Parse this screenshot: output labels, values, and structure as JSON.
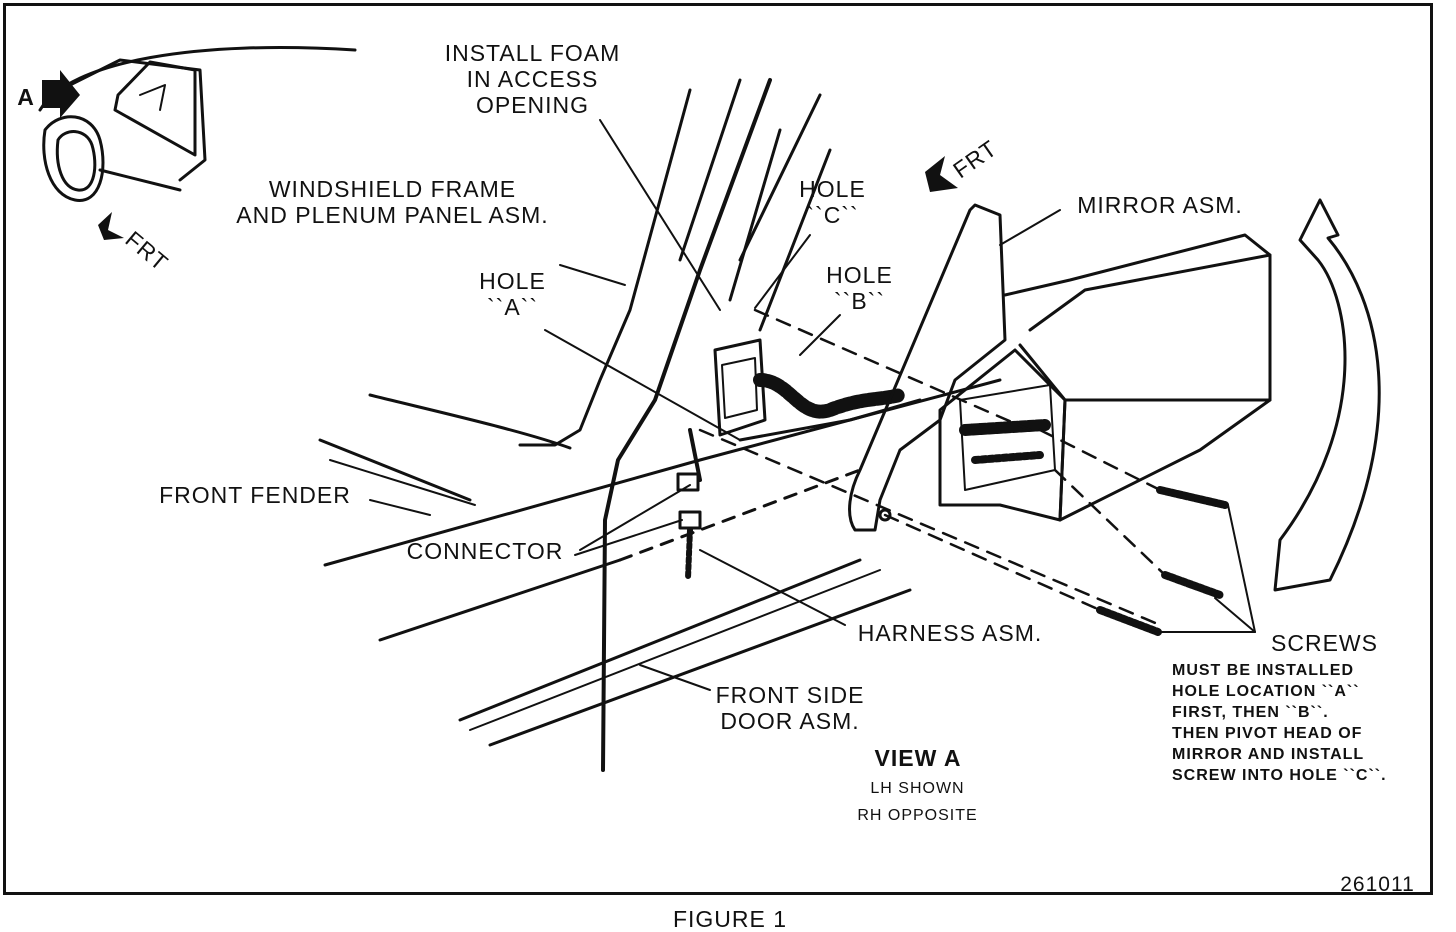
{
  "labels": {
    "install_foam": [
      "INSTALL FOAM",
      "IN ACCESS",
      "OPENING"
    ],
    "windshield": [
      "WINDSHIELD FRAME",
      "AND PLENUM PANEL ASM."
    ],
    "hole_a": [
      "HOLE",
      "``A``"
    ],
    "hole_b": [
      "HOLE",
      "``B``"
    ],
    "hole_c": [
      "HOLE",
      "``C``"
    ],
    "frt_main": "FRT",
    "frt_inset": "FRT",
    "view_marker": "A",
    "mirror": "MIRROR ASM.",
    "front_fender": "FRONT FENDER",
    "connector": "CONNECTOR",
    "harness": "HARNESS ASM.",
    "door": [
      "FRONT SIDE",
      "DOOR ASM."
    ],
    "screws": "SCREWS",
    "screws_note": [
      "MUST BE INSTALLED",
      "HOLE LOCATION ``A``",
      "FIRST, THEN ``B``.",
      "THEN PIVOT HEAD OF",
      "MIRROR AND INSTALL",
      "SCREW INTO HOLE ``C``."
    ],
    "view_title": "VIEW  A",
    "view_sub": [
      "LH SHOWN",
      "RH OPPOSITE"
    ],
    "part_number": "261011",
    "figure_caption": "FIGURE 1"
  }
}
